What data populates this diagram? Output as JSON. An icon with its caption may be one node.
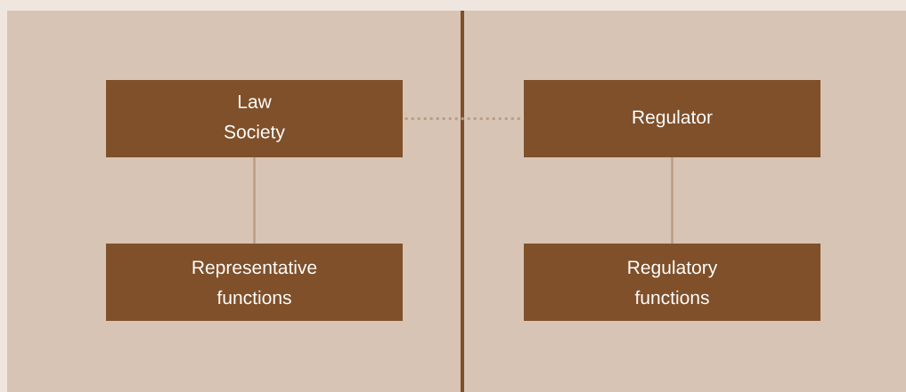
{
  "diagram": {
    "nodes": [
      {
        "text": [
          "Law Society"
        ]
      },
      {
        "text": [
          "Representative functions"
        ]
      },
      {
        "text": [
          "Regulator"
        ]
      },
      {
        "text": [
          "Regulatory functions"
        ]
      }
    ],
    "edges": [
      {
        "from": 0,
        "to": 1,
        "arrow": "none"
      },
      {
        "from": 2,
        "to": 3,
        "arrow": "none"
      },
      {
        "from": 0,
        "to": 2,
        "arrow": "none",
        "style": "dashed"
      }
    ]
  }
}
